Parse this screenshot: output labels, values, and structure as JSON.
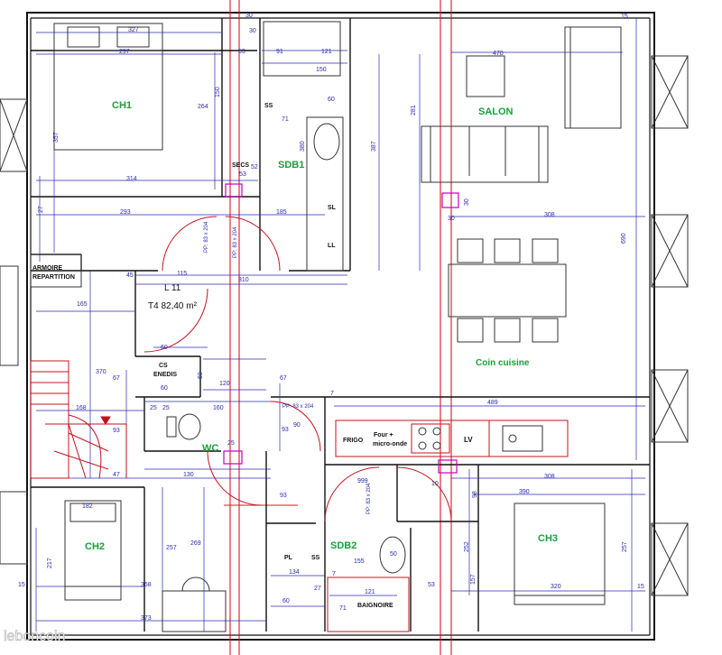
{
  "rooms": {
    "ch1": "CH1",
    "salon": "SALON",
    "sdb1": "SDB1",
    "ch2": "CH2",
    "ch3": "CH3",
    "sdb2": "SDB2",
    "wc": "WC",
    "coin_cuisine": "Coin cuisine"
  },
  "labels": {
    "armoire_line1": "ARMOIRE",
    "armoire_line2": "REPARTITION",
    "lot": "L 11",
    "area": "T4 82,40 m²",
    "cs": "CS",
    "enedis": "ENEDIS",
    "frigo": "FRIGO",
    "four_line1": "Four +",
    "four_line2": "micro-onde",
    "lv": "LV",
    "ss1": "SS",
    "ss2": "SS",
    "secs": "SECS",
    "sl": "SL",
    "ll": "LL",
    "pl": "PL",
    "baignoire": "BAIGNOIRE",
    "pp1": "PP: 83 x 204",
    "pp2": "PP: 83 x 204",
    "pp3": "PP: 83 x 204",
    "pp4": "PP: 83 x 204"
  },
  "dimensions": {
    "d327": "327",
    "d297": "297",
    "d30a": "30",
    "d30b": "30",
    "d53": "53",
    "d91": "91",
    "d121": "121",
    "d150a": "150",
    "d150b": "150",
    "d470": "470",
    "d264": "264",
    "d357": "357",
    "d281": "281",
    "d387": "387",
    "d380": "380",
    "d60a": "60",
    "d71": "71",
    "d314": "314",
    "d27a": "27",
    "d293": "293",
    "d185": "185",
    "d308a": "308",
    "d690": "690",
    "d15a": "15",
    "d30c": "30",
    "d30d": "30",
    "d45": "45",
    "d115": "115",
    "d310a": "310",
    "d165": "165",
    "d60b": "60",
    "d370": "370",
    "d67a": "67",
    "d67b": "67",
    "d60c": "60",
    "d120": "120",
    "d60d": "60",
    "d168": "168",
    "d160": "160",
    "d25a": "25",
    "d25b": "25",
    "d93a": "93",
    "d93b": "93",
    "d90": "90",
    "d489": "489",
    "d47": "47",
    "d130": "130",
    "d25c": "25",
    "d308b": "308",
    "d390": "390",
    "d999": "999",
    "d10": "10",
    "d98": "98",
    "d182": "182",
    "d257a": "257",
    "d269": "269",
    "d93c": "93",
    "d217": "217",
    "d368": "368",
    "d373": "373",
    "d134": "134",
    "d155": "155",
    "d27b": "27",
    "d60e": "60",
    "d71b": "71",
    "d121b": "121",
    "d50": "50",
    "d53b": "53",
    "d252": "252",
    "d157": "157",
    "d320": "320",
    "d257b": "257",
    "d15b": "15",
    "d15c": "15",
    "d7a": "7",
    "d7b": "7",
    "d52": "52",
    "d53c": "53"
  },
  "watermark": "leboncoin",
  "colors": {
    "wall": "#111111",
    "dimension": "#2a2ab4",
    "room_label": "#1aa03c",
    "red_guide": "#e0141e",
    "furniture": "#333333",
    "magenta": "#c000c0"
  }
}
